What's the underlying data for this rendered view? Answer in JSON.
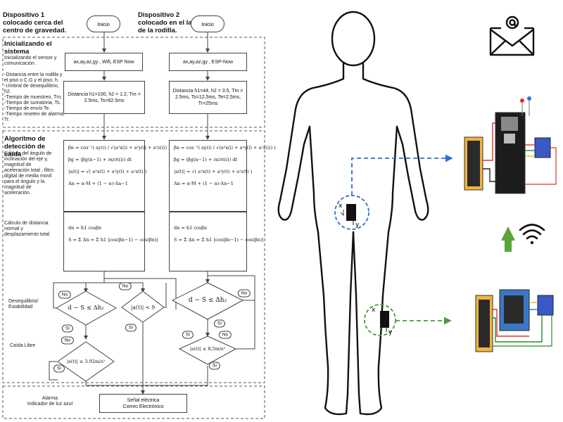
{
  "headers": {
    "device1_title": "Dispositivo 1",
    "device1_sub1": "colocado cerca del",
    "device1_sub2": "centro de gravedad.",
    "device2_title": "Dispositivo 2",
    "device2_sub1": "colocado en el lateral",
    "device2_sub2": "de la rodilla.",
    "init_title": "Inicializando el sistema",
    "algo_title": "Algoritmo de detección de caída"
  },
  "side_notes": {
    "init": [
      "Inicializando el sensor y",
      "comunicación .",
      "",
      "-Distancia entre la rodilla y",
      "el piso o C.G y el piso, h.",
      "-Umbral de desequilibrio, h2.",
      "-Tiempo de muestreo, Tm.",
      "-Tiempo de sumatoria, Ts.",
      "-Tiempo de envío Te.",
      "-Tiempo reseteo de alarma,",
      "Tr."
    ],
    "angle": [
      "Cálculo del ángulo de",
      "inclinación del eje y,",
      "magnitud de",
      "aceleración total , filtro",
      "digital de media movil",
      "para el ángulo y la",
      "magnitud de",
      "aceleración."
    ],
    "distance": [
      "Cálculo de distancia",
      "normal y",
      "desplazamiento total"
    ],
    "imbalance": [
      "Desequilibrio/",
      "Estabilidad"
    ],
    "fall": [
      "Caída Libre"
    ],
    "alarm": [
      "Alarma",
      "Indicador de luz azul"
    ]
  },
  "flow": {
    "start1": "Inicio",
    "start2": "Inicio",
    "sensors1": "ax,ay,az,gy , Wifi, ESP Now",
    "sensors2": "ax,ay,az,gy , ESP-Now",
    "params1": "Distancia h1=100, h2 = 1.2, Tm = 2.5ms, Ts=62.5ms",
    "params2": "Distancia h1=44, h2 = 3.5, Tm = 2.5ms, Ts=12,5ms, Te=2,5ms, Tr=25ms",
    "output_line1": "Señal eléctrica",
    "output_line2": "Correo Electrónico"
  },
  "formulas1": [
    "βn = cos⁻¹( ay(i) / √(a²x(i) + a²y(i) + a²z(i)) )",
    "βg = (βg(n−1) + ∂x/∂t(i)) dt",
    "|a(t)| = √( a²x(t) + a²y(t) + a²z(t) )",
    "An = α·M + (1 − α)·An−1"
  ],
  "formulas2": [
    "βn = cos⁻¹( ay(i) / √(a²x(i) + a²y(i) + a²z(i)) )",
    "βg = (βg(n−1) + ∂x/∂t(i)) dt",
    "|a(t)| = √( a²x(t) + a²y(t) + a²z(t) )",
    "An = α·M + (1 − α)·An−1"
  ],
  "distance_formulas1": [
    "dn = h1 cosβn",
    "S = Σ Δn = Σ h1 |cos(βn−1) − cos(βn)|"
  ],
  "distance_formulas2": [
    "dn = h1 cosβn",
    "S = Σ Δn = Σ h1 |cos(βn−1) − cos(βn)|"
  ],
  "decisions": {
    "d1": "d − S ≤ Δh₂",
    "d2": "|a(t)| < 9",
    "d3": "|a(t)| ≤ 3.92m/s²",
    "d4": "d − S ≤ Δh₂",
    "d5": "|a(t)| ≤ 8,5m/s²"
  },
  "tags": {
    "no": "No",
    "si": "Sí"
  },
  "colors": {
    "accent_blue": "#2f6fd0",
    "accent_green": "#4a9a3a",
    "arrow_green": "#5aa53a",
    "body_stroke": "#111111"
  },
  "icons": [
    "email-icon",
    "wifi-icon",
    "arrow-up-icon"
  ]
}
